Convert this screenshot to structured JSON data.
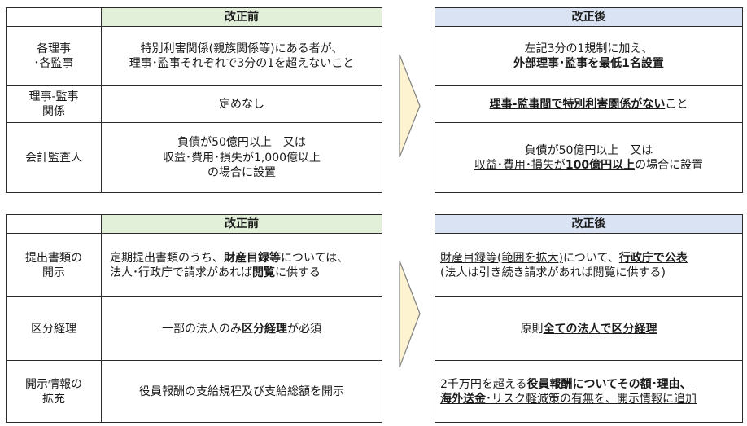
{
  "top": {
    "before": {
      "header": "改正前",
      "rows": [
        {
          "label_l1": "各理事",
          "label_l2": "･各監事",
          "line1": "特別利害関係(親族関係等)にある者が、",
          "line2": "理事･監事それぞれで3分の1を超えないこと"
        },
        {
          "label_l1": "理事-監事",
          "label_l2": "関係",
          "line1": "定めなし"
        },
        {
          "label_l1": "会計監査人",
          "line1": "負債が50億円以上　又は",
          "line2": "収益･費用･損失が1,000億以上",
          "line3": "の場合に設置"
        }
      ]
    },
    "after": {
      "header": "改正後",
      "rows": [
        {
          "line1": "左記3分の1規制に加え、",
          "line2": "外部理事･監事を最低1名設置"
        },
        {
          "line1_em": "理事-監事間で特別利害関係がない",
          "line1_rest": "こと"
        },
        {
          "line1": "負債が50億円以上　又は",
          "line2_a": "収益･費用･損失が",
          "line2_b": "100億円以上",
          "line2_c": "の場合に設置"
        }
      ]
    }
  },
  "bottom": {
    "before": {
      "header": "改正前",
      "rows": [
        {
          "label_l1": "提出書類の",
          "label_l2": "開示",
          "l1_a": "定期提出書類のうち、",
          "l1_b": "財産目録等",
          "l1_c": "については、",
          "l2_a": "法人･行政庁で請求があれば",
          "l2_b": "閲覧",
          "l2_c": "に供する"
        },
        {
          "label_l1": "区分経理",
          "c_a": "一部の法人のみ",
          "c_b": "区分経理",
          "c_c": "が必須"
        },
        {
          "label_l1": "開示情報の",
          "label_l2": "拡充",
          "c_a": "役員報酬の支給規程及び支給総額を開示"
        }
      ]
    },
    "after": {
      "header": "改正後",
      "rows": [
        {
          "l1_a": "財産目録等(範囲を拡大)",
          "l1_b": "について、",
          "l1_c": "行政庁で公表",
          "l2": "(法人は引き続き請求があれば閲覧に供する)"
        },
        {
          "c_a": "原則",
          "c_b": "全ての法人で区分経理"
        },
        {
          "l1_a": "2千万円を超える",
          "l1_b": "役員報酬についてその額･理由、",
          "l2_a": "海外送金",
          "l2_b": "･リスク軽減策の有無を、開示情報に追加"
        }
      ]
    }
  },
  "colors": {
    "header_before": "#e2efd9",
    "header_after": "#dae3f3",
    "arrow_fill": "#fdf3d0",
    "arrow_stroke": "#7f7f7f",
    "border": "#2b2b2b"
  }
}
